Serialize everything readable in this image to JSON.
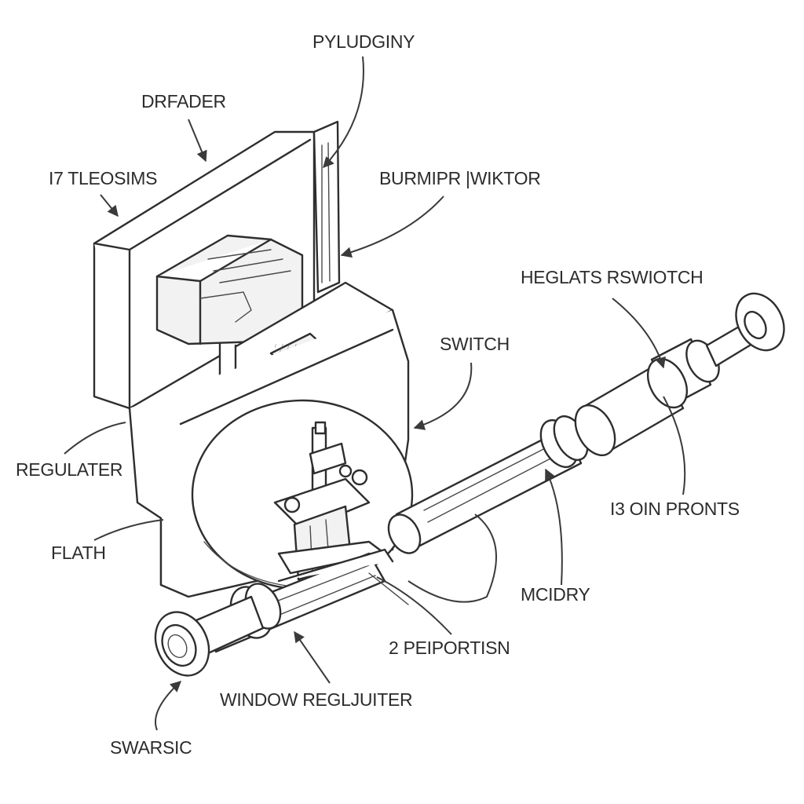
{
  "labels": {
    "pylludginy": "PYLUDGINY",
    "drfader": "DRFADER",
    "tleosims": "I7 TLEOSIMS",
    "burmipr": "BURMIPR |WIKTOR",
    "heglats": "HEGLATS RSWIOTCH",
    "switch": "SWITCH",
    "regulater": "REGULATER",
    "flath": "FLATH",
    "oin_pronts": "I3 OIN PRONTS",
    "mcidry": "MCIDRY",
    "peiportisn": "2 PEIPORTISN",
    "window_regulator": "WINDOW REGLJUITER",
    "swarsic": "SWARSIC"
  }
}
